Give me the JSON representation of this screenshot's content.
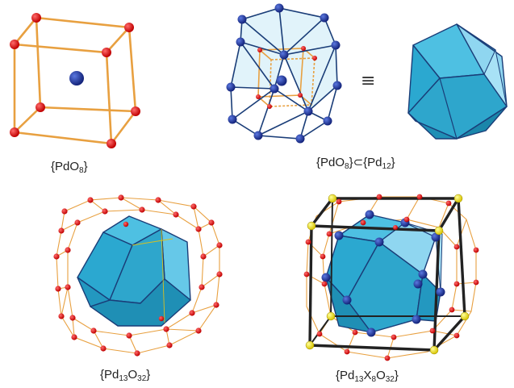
{
  "captions": {
    "pdo8": {
      "open": "{PdO",
      "sub": "8",
      "close": "}"
    },
    "pdo8_in_pd12": {
      "p1": "{PdO",
      "s1": "8",
      "p2": "}⊂{Pd",
      "s2": "12",
      "p3": "}"
    },
    "pd13o32": {
      "p1": "{Pd",
      "s1": "13",
      "p2": "O",
      "s2": "32",
      "p3": "}"
    },
    "pd13x8o32": {
      "p1": "{Pd",
      "s1": "13",
      "p2": "X",
      "s2": "8",
      "p3": "O",
      "s3": "32",
      "p4": "}"
    }
  },
  "equivalence_symbol": "≡",
  "colors": {
    "oxygen": "#e01818",
    "palladium": "#1c2f9c",
    "x_atom": "#f0e020",
    "bond_orange": "#e8a040",
    "face_light": "#8ad4ee",
    "face_mid": "#3aa8cc",
    "face_dark": "#2290b4",
    "edge_dark": "#1a3d78",
    "thick_frame": "#222222"
  }
}
